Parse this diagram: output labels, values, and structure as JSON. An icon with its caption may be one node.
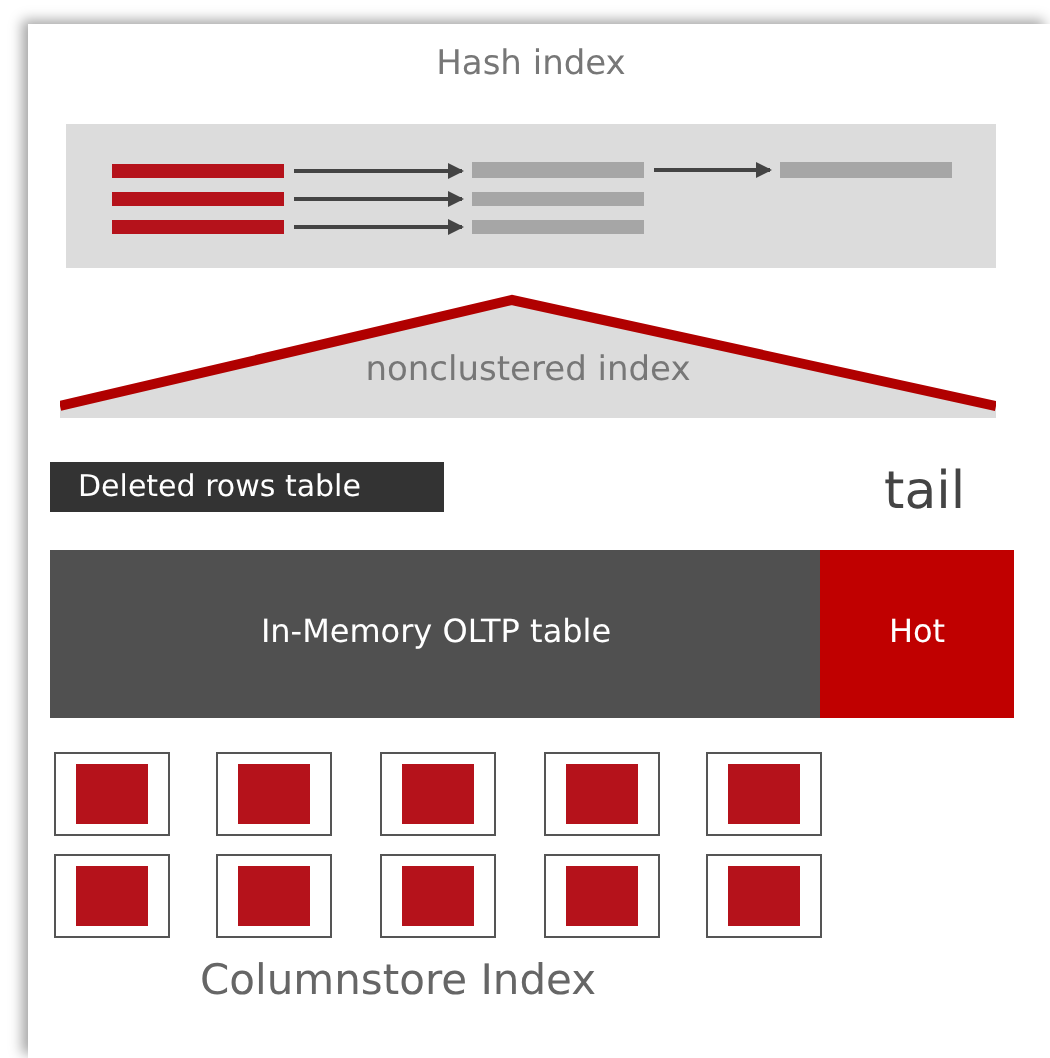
{
  "diagram": {
    "nodes": [
      {
        "text": [
          "Hash index"
        ]
      },
      {
        "text": [],
        "shape": "bar",
        "in": 0
      },
      {
        "text": [],
        "shape": "bar",
        "in": 0
      },
      {
        "text": [],
        "shape": "bar",
        "in": 0
      },
      {
        "text": [],
        "shape": "bar",
        "in": 0
      },
      {
        "text": [],
        "shape": "bar",
        "in": 0
      },
      {
        "text": [],
        "shape": "bar",
        "in": 0
      },
      {
        "text": [],
        "shape": "bar",
        "in": 0
      },
      {
        "text": [
          "nonclustered index"
        ]
      },
      {
        "text": [
          "Deleted rows table"
        ]
      },
      {
        "text": [
          "In-Memory OLTP table"
        ]
      },
      {
        "text": [
          "Hot"
        ],
        "beside": [
          "tail"
        ]
      },
      {
        "text": [],
        "shape": "box"
      },
      {
        "text": [],
        "shape": "box"
      },
      {
        "text": [],
        "shape": "box"
      },
      {
        "text": [],
        "shape": "box"
      },
      {
        "text": [],
        "shape": "box"
      },
      {
        "text": [],
        "shape": "box"
      },
      {
        "text": [],
        "shape": "box"
      },
      {
        "text": [],
        "shape": "box"
      },
      {
        "text": [],
        "shape": "box"
      },
      {
        "text": [],
        "shape": "box"
      }
    ],
    "edges": [
      {
        "from": 1,
        "to": 4,
        "arrow": "to"
      },
      {
        "from": 2,
        "to": 5,
        "arrow": "to"
      },
      {
        "from": 3,
        "to": 6,
        "arrow": "to"
      },
      {
        "from": 4,
        "to": 7,
        "arrow": "to"
      }
    ],
    "labels": [
      "Columnstore Index"
    ]
  }
}
